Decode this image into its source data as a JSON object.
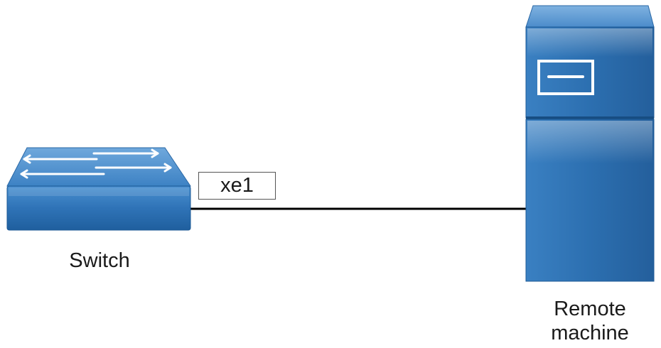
{
  "nodes": {
    "switch": {
      "label": "Switch",
      "icon": "network-switch-icon"
    },
    "remote": {
      "label_line1": "Remote",
      "label_line2": "machine",
      "icon": "server-tower-icon"
    }
  },
  "link": {
    "port_label": "xe1"
  },
  "colors": {
    "device_blue_light": "#5b9bd5",
    "device_blue": "#2f73b7",
    "device_blue_dark": "#1d5a96",
    "link_line": "#000000"
  }
}
